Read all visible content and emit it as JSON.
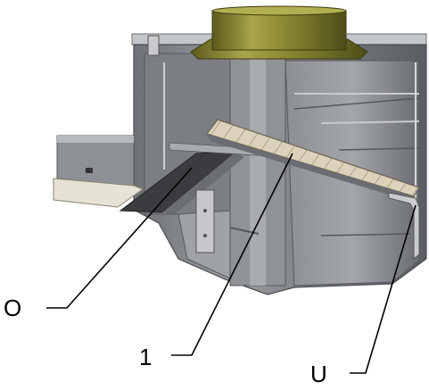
{
  "labels": {
    "o": "O",
    "one": "1",
    "u": "U"
  },
  "colors": {
    "housing_dark": "#5f6266",
    "housing_mid": "#8a8d91",
    "housing_light": "#b9bcc0",
    "panel_highlight": "#d9dbde",
    "flange_olive": "#7d7a2c",
    "flange_olive_light": "#a9a64a",
    "hatch_fill": "#d9cfb8",
    "hatch_line": "#8c8270",
    "leader": "#000000"
  }
}
